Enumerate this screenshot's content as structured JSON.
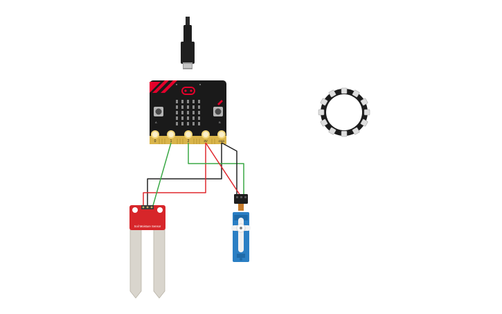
{
  "microbit": {
    "pins": [
      {
        "label": "0"
      },
      {
        "label": "1"
      },
      {
        "label": "2"
      },
      {
        "label": "3V"
      },
      {
        "label": "GND"
      }
    ]
  },
  "soil_sensor": {
    "label": "Soil Moisture Sensor"
  },
  "colors": {
    "board": "#1a1a1a",
    "board_accent": "#e4002b",
    "gold_pad": "#d9b44a",
    "wire_black": "#222222",
    "wire_red": "#e0282e",
    "wire_green": "#3aa845",
    "sensor_red": "#d7262a",
    "servo_blue": "#2b7fc4",
    "neopixel_ring": "#1c1c1c"
  },
  "icons": [
    "usb-cable-icon",
    "microbit-board",
    "neopixel-ring",
    "servo-motor",
    "soil-moisture-sensor"
  ]
}
